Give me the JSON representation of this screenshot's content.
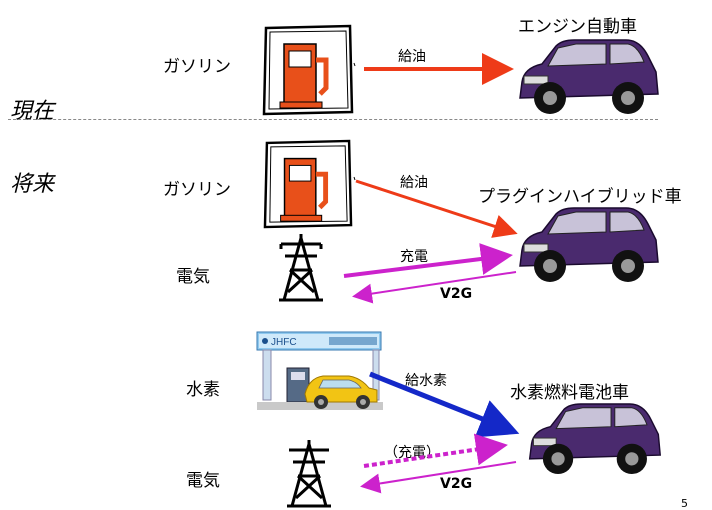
{
  "sections": {
    "present": "現在",
    "future": "将来"
  },
  "sources": {
    "gasoline": "ガソリン",
    "electricity": "電気",
    "hydrogen": "水素"
  },
  "cars": {
    "engine": "エンジン自動車",
    "plugin_hybrid": "プラグインハイブリッド車",
    "fuel_cell": "水素燃料電池車"
  },
  "arrows": {
    "refuel": "給油",
    "charge": "充電",
    "v2g": "V2G",
    "hydrogen_refuel": "給水素",
    "charge_optional": "（充電）"
  },
  "station_sign": "JHFC",
  "page_number": "5",
  "colors": {
    "gas_arrow": "#ee3b18",
    "electric_arrow": "#cc22cc",
    "hydrogen_arrow": "#1428c8",
    "car_body": "#4a2a6e",
    "pump_orange": "#e8501a"
  }
}
